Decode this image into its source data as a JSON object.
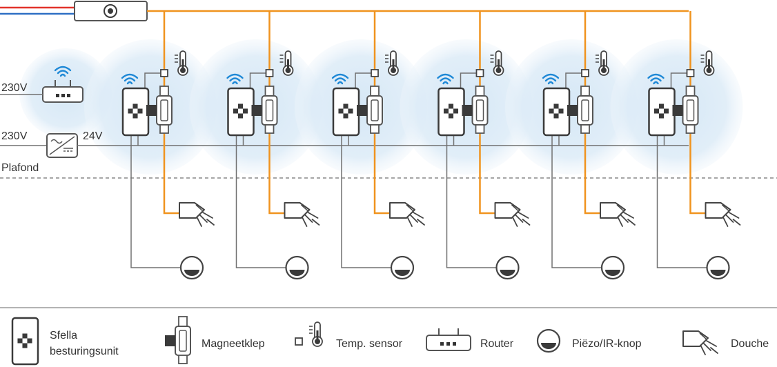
{
  "labels": {
    "v230_top": "230V",
    "v230_bottom": "230V",
    "v24": "24V",
    "ceiling": "Plafond"
  },
  "legend": {
    "control_unit_line1": "Sfella",
    "control_unit_line2": "besturingsunit",
    "valve": "Magneetklep",
    "temp_sensor": "Temp. sensor",
    "router": "Router",
    "button": "Piëzo/IR-knop",
    "shower": "Douche"
  },
  "units_count": 6,
  "colors": {
    "pipe_orange": "#f0931e",
    "wifi_blue": "#1e88d6",
    "coverage_blue": "#dbeaf6",
    "line_gray": "#707070",
    "device_dark": "#3a3a3a",
    "hot_red": "#e2332b",
    "cold_blue": "#2e6fc4"
  },
  "icons": [
    "wifi-icon",
    "fan-icon",
    "thermometer-icon",
    "valve-icon",
    "shower-icon",
    "button-icon",
    "router-icon",
    "transformer-icon"
  ]
}
